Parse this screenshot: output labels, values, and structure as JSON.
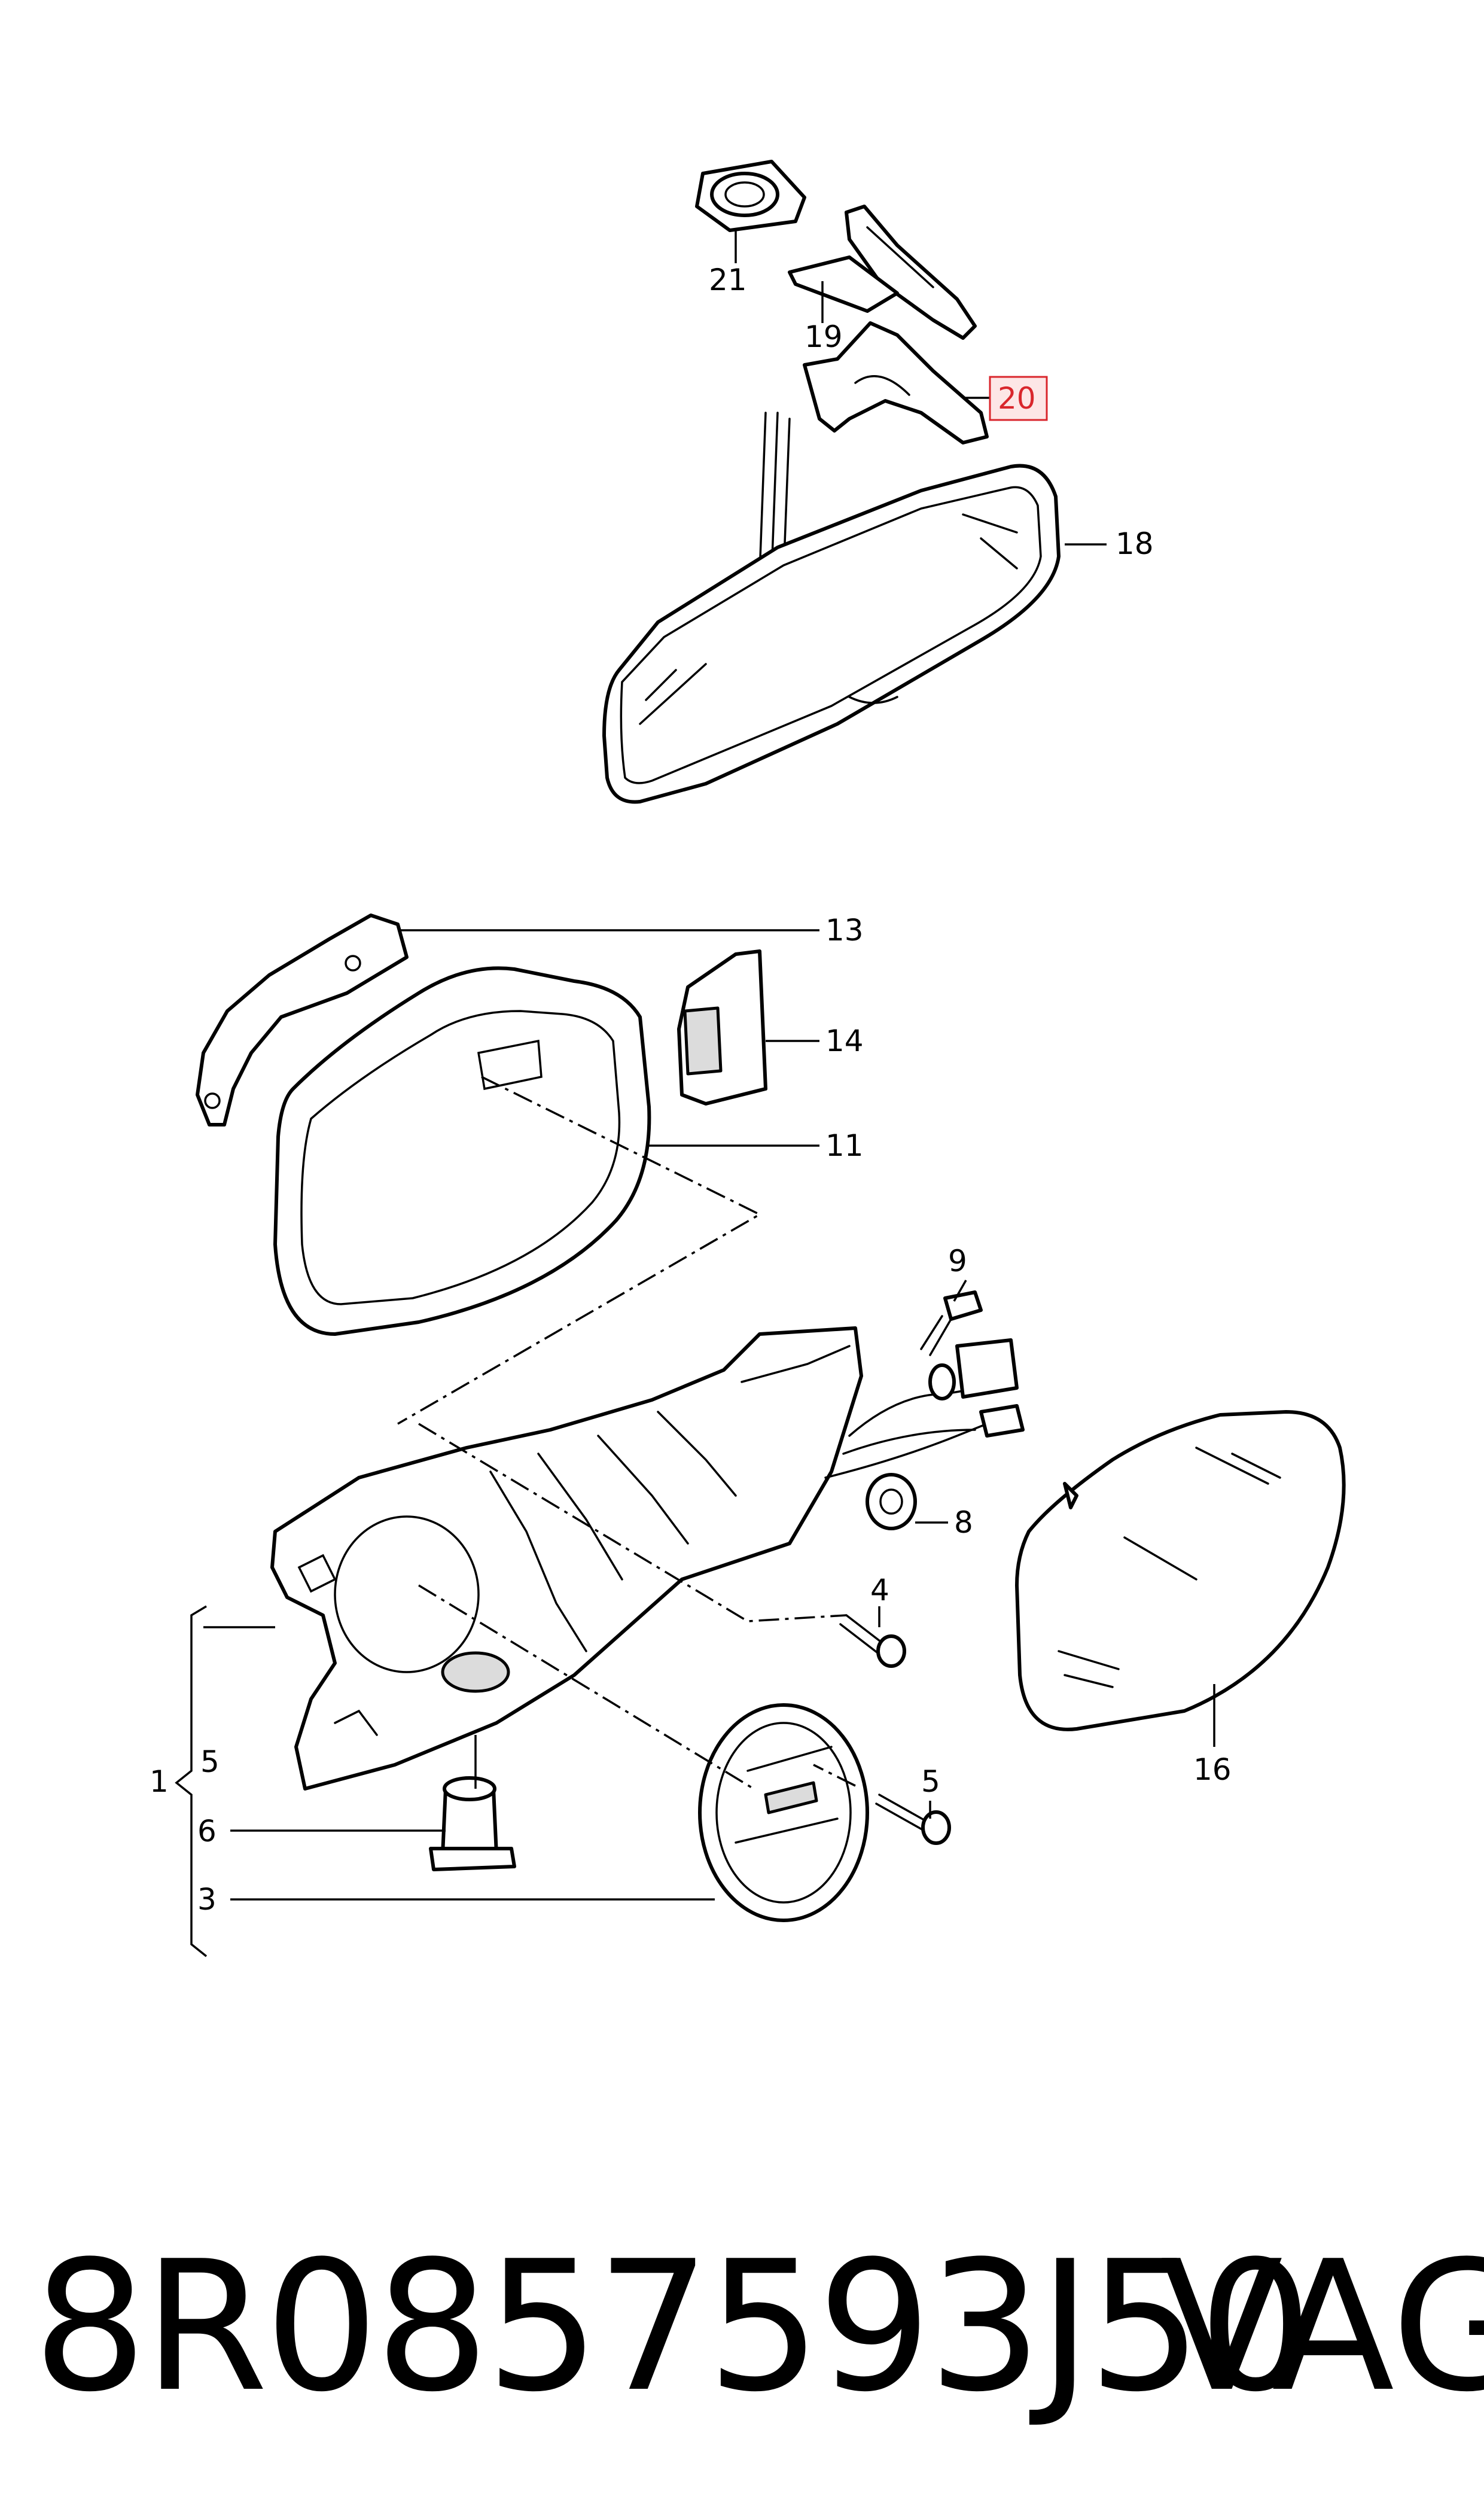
{
  "diagram": {
    "callouts": [
      {
        "id": "21",
        "label": "21"
      },
      {
        "id": "19",
        "label": "19"
      },
      {
        "id": "20",
        "label": "20",
        "highlighted": true
      },
      {
        "id": "18",
        "label": "18"
      },
      {
        "id": "13",
        "label": "13"
      },
      {
        "id": "14",
        "label": "14"
      },
      {
        "id": "11",
        "label": "11"
      },
      {
        "id": "9",
        "label": "9"
      },
      {
        "id": "8",
        "label": "8"
      },
      {
        "id": "4",
        "label": "4"
      },
      {
        "id": "16",
        "label": "16"
      },
      {
        "id": "1",
        "label": "1"
      },
      {
        "id": "5a",
        "label": "5"
      },
      {
        "id": "6",
        "label": "6"
      },
      {
        "id": "3",
        "label": "3"
      },
      {
        "id": "5b",
        "label": "5"
      }
    ],
    "highlight_color": "#d9262c",
    "highlight_fill": "#fde6e6"
  },
  "caption": {
    "part_number": "8R0857593J50",
    "brand": "VAG"
  }
}
